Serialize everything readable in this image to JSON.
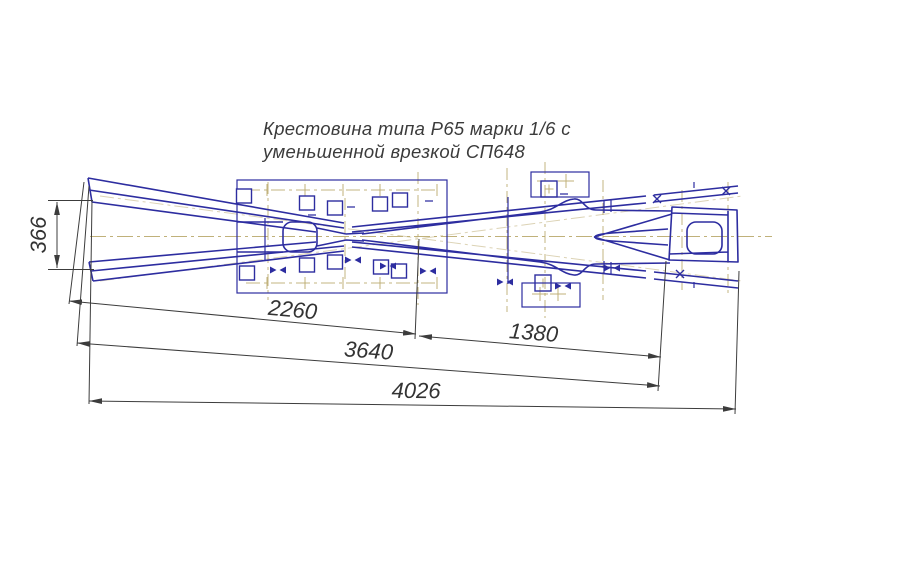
{
  "title": {
    "line1": "Крестовина типа Р65 марки 1/6 с",
    "line2": "уменьшенной врезкой СП648"
  },
  "dimensions": {
    "d366": "366",
    "d2260": "2260",
    "d1380": "1380",
    "d3640": "3640",
    "d4026": "4026"
  },
  "colors": {
    "outline_blue": "#2d2da0",
    "centerline_olive": "#b9a86c",
    "dimension_gray": "#3c3c3c",
    "text_dark": "#333333",
    "background": "#ffffff"
  }
}
